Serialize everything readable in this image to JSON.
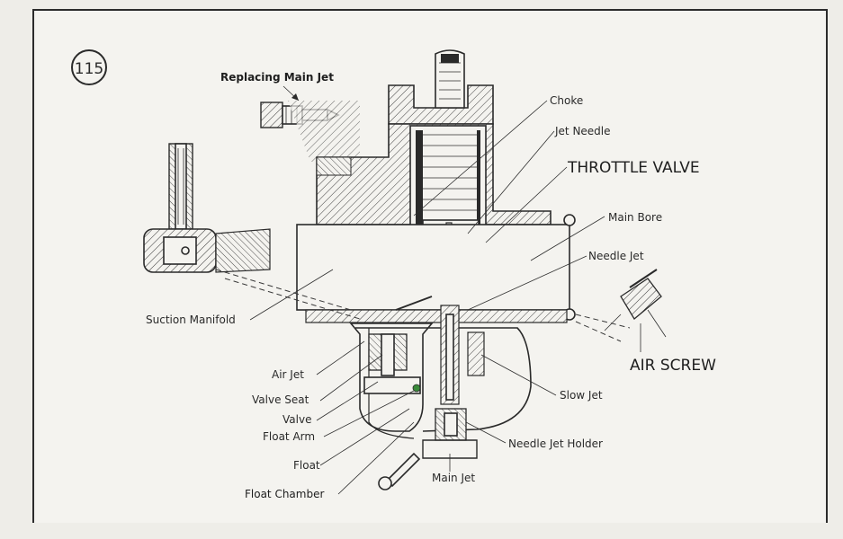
{
  "figure": {
    "number": "115"
  },
  "inset": {
    "title": "Replacing Main Jet"
  },
  "labels": {
    "choke": "Choke",
    "jet_needle": "Jet Needle",
    "throttle_valve": "THROTTLE VALVE",
    "main_bore": "Main Bore",
    "needle_jet": "Needle Jet",
    "suction_manifold": "Suction Manifold",
    "air_screw": "AIR SCREW",
    "air_jet": "Air Jet",
    "valve_seat": "Valve Seat",
    "valve": "Valve",
    "float_arm": "Float Arm",
    "float": "Float",
    "float_chamber": "Float Chamber",
    "slow_jet": "Slow Jet",
    "needle_jet_holder": "Needle Jet Holder",
    "main_jet": "Main Jet"
  },
  "colors": {
    "line": "#2a2a2a",
    "paper": "#f4f3ef",
    "hatch": "#3a3a3a",
    "float_valve_dot": "#3a8a3a"
  }
}
